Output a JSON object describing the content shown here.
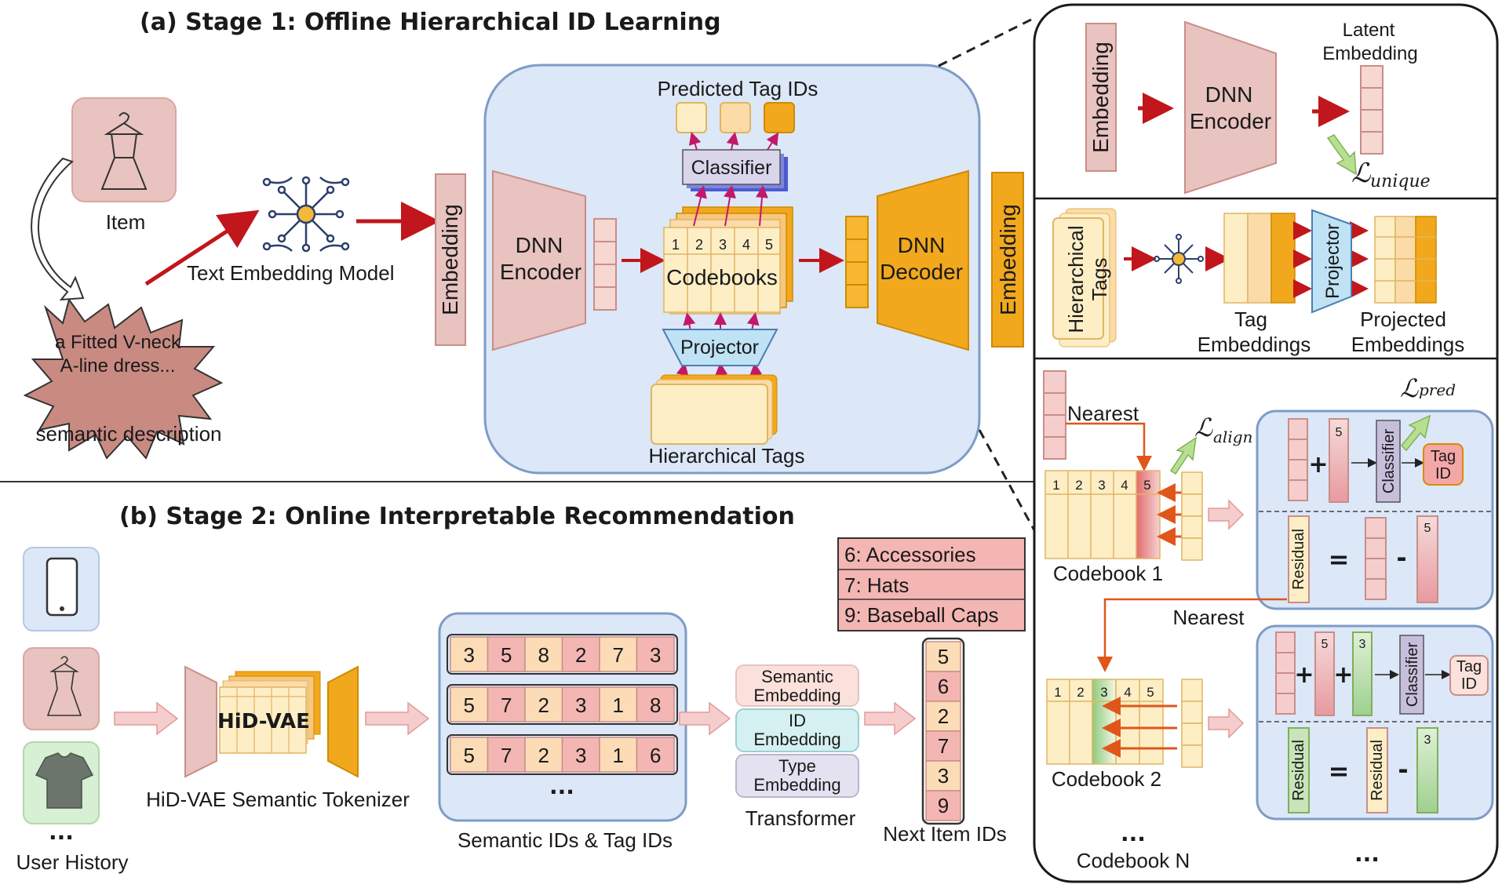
{
  "stage1": {
    "title": "(a) Stage 1: Offline Hierarchical ID Learning",
    "item_label": "Item",
    "description_line1": "a Fitted V-neck",
    "description_line2": "A-line dress...",
    "semantic_description": "semantic description",
    "text_embedding_model": "Text Embedding Model",
    "embedding": "Embedding",
    "dnn_encoder_1": "DNN",
    "dnn_encoder_2": "Encoder",
    "dnn_decoder_1": "DNN",
    "dnn_decoder_2": "Decoder",
    "predicted_tag_ids": "Predicted Tag IDs",
    "classifier": "Classifier",
    "codebooks": "Codebooks",
    "codebook_indices": [
      "1",
      "2",
      "3",
      "4",
      "5"
    ],
    "projector": "Projector",
    "hierarchical_tags": "Hierarchical Tags"
  },
  "detail": {
    "embedding": "Embedding",
    "dnn_1": "DNN",
    "dnn_2": "Encoder",
    "latent_1": "Latent",
    "latent_2": "Embedding",
    "loss_unique_L": "ℒ",
    "loss_unique_sub": "unique",
    "hier_tags_1": "Hierarchical",
    "hier_tags_2": "Tags",
    "projector": "Projector",
    "tag_emb_1": "Tag",
    "tag_emb_2": "Embeddings",
    "proj_emb_1": "Projected",
    "proj_emb_2": "Embeddings",
    "loss_pred_L": "ℒ",
    "loss_pred_sub": "pred",
    "loss_align_L": "ℒ",
    "loss_align_sub": "align",
    "nearest": "Nearest",
    "codebook1": "Codebook 1",
    "codebook2": "Codebook 2",
    "codebookN": "Codebook N",
    "ellipsis": "...",
    "classifier": "Classifier",
    "tag_id_1": "Tag",
    "tag_id_2": "ID",
    "residual": "Residual",
    "plus": "+",
    "equals": "=",
    "minus": "-",
    "idx5": "5",
    "idx3": "3"
  },
  "stage2": {
    "title": "(b) Stage 2: Online Interpretable Recommendation",
    "user_history": "User History",
    "ellipsis": "...",
    "hidvae": "HiD-VAE",
    "tokenizer": "HiD-VAE Semantic Tokenizer",
    "id_rows": [
      [
        "3",
        "5",
        "8",
        "2",
        "7",
        "3"
      ],
      [
        "5",
        "7",
        "2",
        "3",
        "1",
        "8"
      ],
      [
        "5",
        "7",
        "2",
        "3",
        "1",
        "6"
      ]
    ],
    "ids_label": "Semantic IDs & Tag IDs",
    "semantic_emb_1": "Semantic",
    "semantic_emb_2": "Embedding",
    "id_emb_1": "ID",
    "id_emb_2": "Embedding",
    "type_emb_1": "Type",
    "type_emb_2": "Embedding",
    "transformer": "Transformer",
    "next_ids": [
      "5",
      "6",
      "2",
      "7",
      "3",
      "9"
    ],
    "next_label": "Next Item IDs",
    "tags": [
      "6: Accessories",
      "7: Hats",
      "9: Baseball Caps"
    ]
  },
  "colors": {
    "pink": "#e8c3bf",
    "pinkStroke": "#c98e88",
    "orange": "#f2a81d",
    "orangeStroke": "#cf8a00",
    "cream": "#fdeec6",
    "creamStroke": "#e0b560",
    "blueBg": "#dce7f7",
    "blueStroke": "#7e9cc7",
    "red": "#c0161c"
  }
}
